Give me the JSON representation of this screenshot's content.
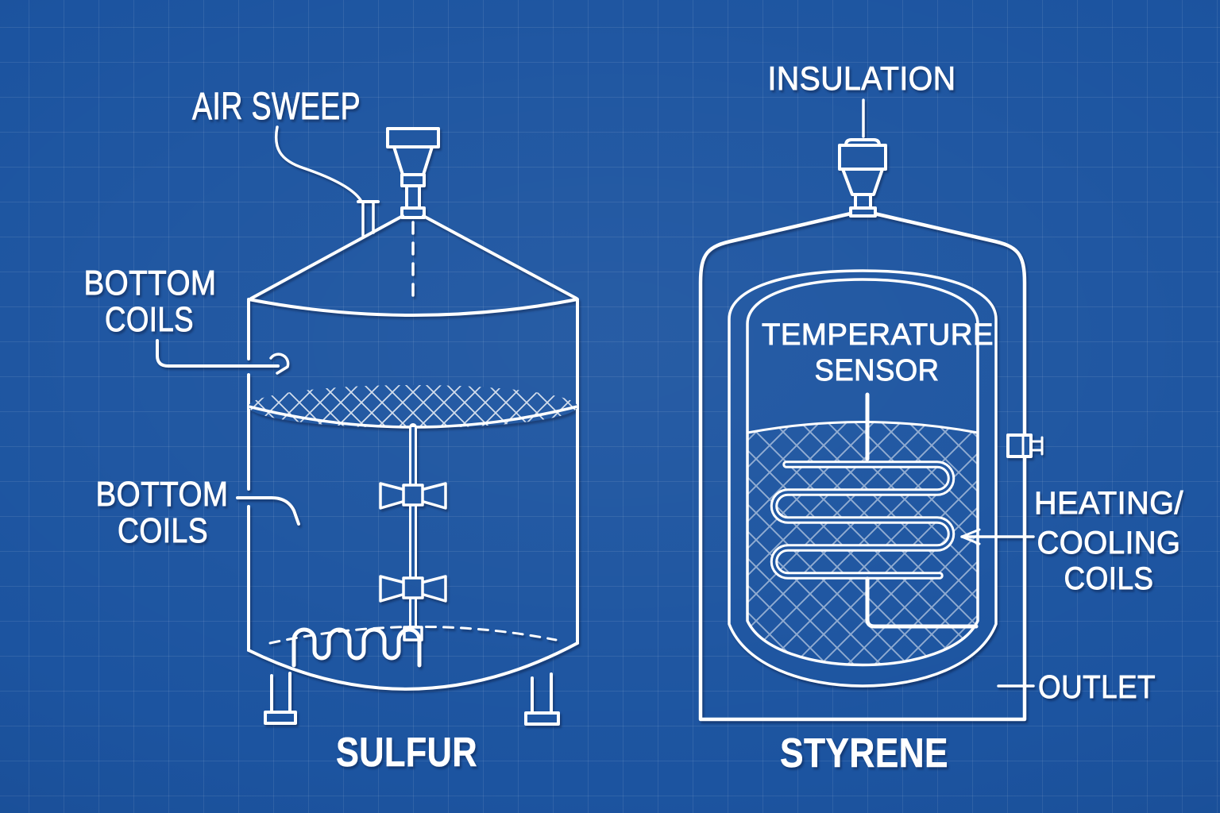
{
  "scene": {
    "background_color": "#1c54a0",
    "grid_color": "rgba(255,255,255,0.085)",
    "line_color": "#ffffff"
  },
  "sulfur_tank": {
    "title": "SULFUR",
    "label_air_sweep": "AIR SWEEP",
    "label_coils_upper": {
      "line1": "BOTTOM",
      "line2": "COILS"
    },
    "label_coils_lower": {
      "line1": "BOTTOM",
      "line2": "COILS"
    }
  },
  "styrene_tank": {
    "title": "STYRENE",
    "label_insulation": "INSULATION",
    "label_temp_sensor": {
      "line1": "TEMPERATURE",
      "line2": "SENSOR"
    },
    "label_heating_cooling": {
      "line1": "HEATING/",
      "line2": "COOLING",
      "line3": "COILS"
    },
    "label_outlet": "OUTLET"
  }
}
